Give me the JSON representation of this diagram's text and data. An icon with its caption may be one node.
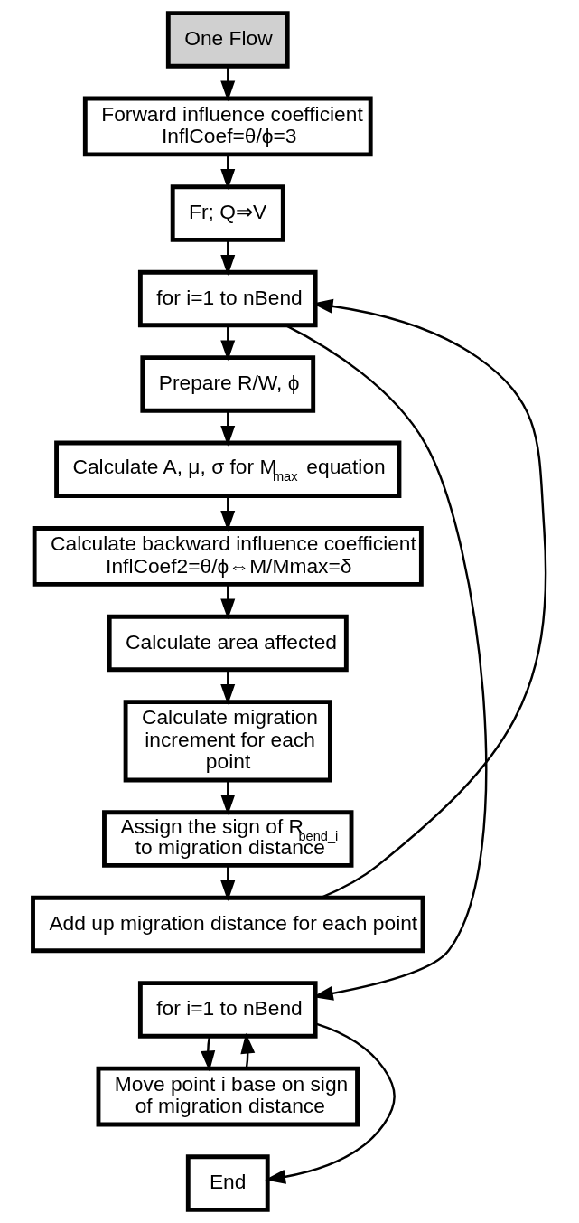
{
  "diagram": {
    "nodes": [
      {
        "text": [
          "One Flow"
        ]
      },
      {
        "text": [
          "Forward influence coefficient",
          "InflCoef=θ/ϕ=3"
        ]
      },
      {
        "text": [
          "Fr; Q⇒V"
        ]
      },
      {
        "text": [
          "for i=1 to nBend"
        ]
      },
      {
        "text": [
          "Prepare R/W, ϕ"
        ]
      },
      {
        "text": [
          "Calculate A, μ, σ for M$_{max}$ equation"
        ]
      },
      {
        "text": [
          "Calculate backward influence coefficient",
          "InflCoef2=θ/ϕ⇔M/Mmax=δ"
        ]
      },
      {
        "text": [
          "Calculate area affected"
        ]
      },
      {
        "text": [
          "Calculate migration increment for each point"
        ]
      },
      {
        "text": [
          "Assign the sign of R$_{bend_i}$ to migration distance"
        ]
      },
      {
        "text": [
          "Add up migration distance for each point"
        ]
      },
      {
        "text": [
          "for i=1 to nBend"
        ]
      },
      {
        "text": [
          "Move point i base on sign of migration distance"
        ]
      },
      {
        "text": [
          "End"
        ]
      }
    ],
    "edges": [
      {
        "from": 0,
        "to": 1,
        "arrow": "to"
      },
      {
        "from": 1,
        "to": 2,
        "arrow": "to"
      },
      {
        "from": 2,
        "to": 3,
        "arrow": "to"
      },
      {
        "from": 3,
        "to": 4,
        "arrow": "to"
      },
      {
        "from": 4,
        "to": 5,
        "arrow": "to"
      },
      {
        "from": 5,
        "to": 6,
        "arrow": "to"
      },
      {
        "from": 6,
        "to": 7,
        "arrow": "to"
      },
      {
        "from": 7,
        "to": 8,
        "arrow": "to"
      },
      {
        "from": 8,
        "to": 9,
        "arrow": "to"
      },
      {
        "from": 9,
        "to": 10,
        "arrow": "to"
      },
      {
        "from": 10,
        "to": 3,
        "arrow": "to"
      },
      {
        "from": 3,
        "to": 11,
        "arrow": "to"
      },
      {
        "from": 11,
        "to": 12,
        "arrow": "to"
      },
      {
        "from": 12,
        "to": 11,
        "arrow": "to"
      },
      {
        "from": 11,
        "to": 13,
        "arrow": "to"
      }
    ]
  }
}
